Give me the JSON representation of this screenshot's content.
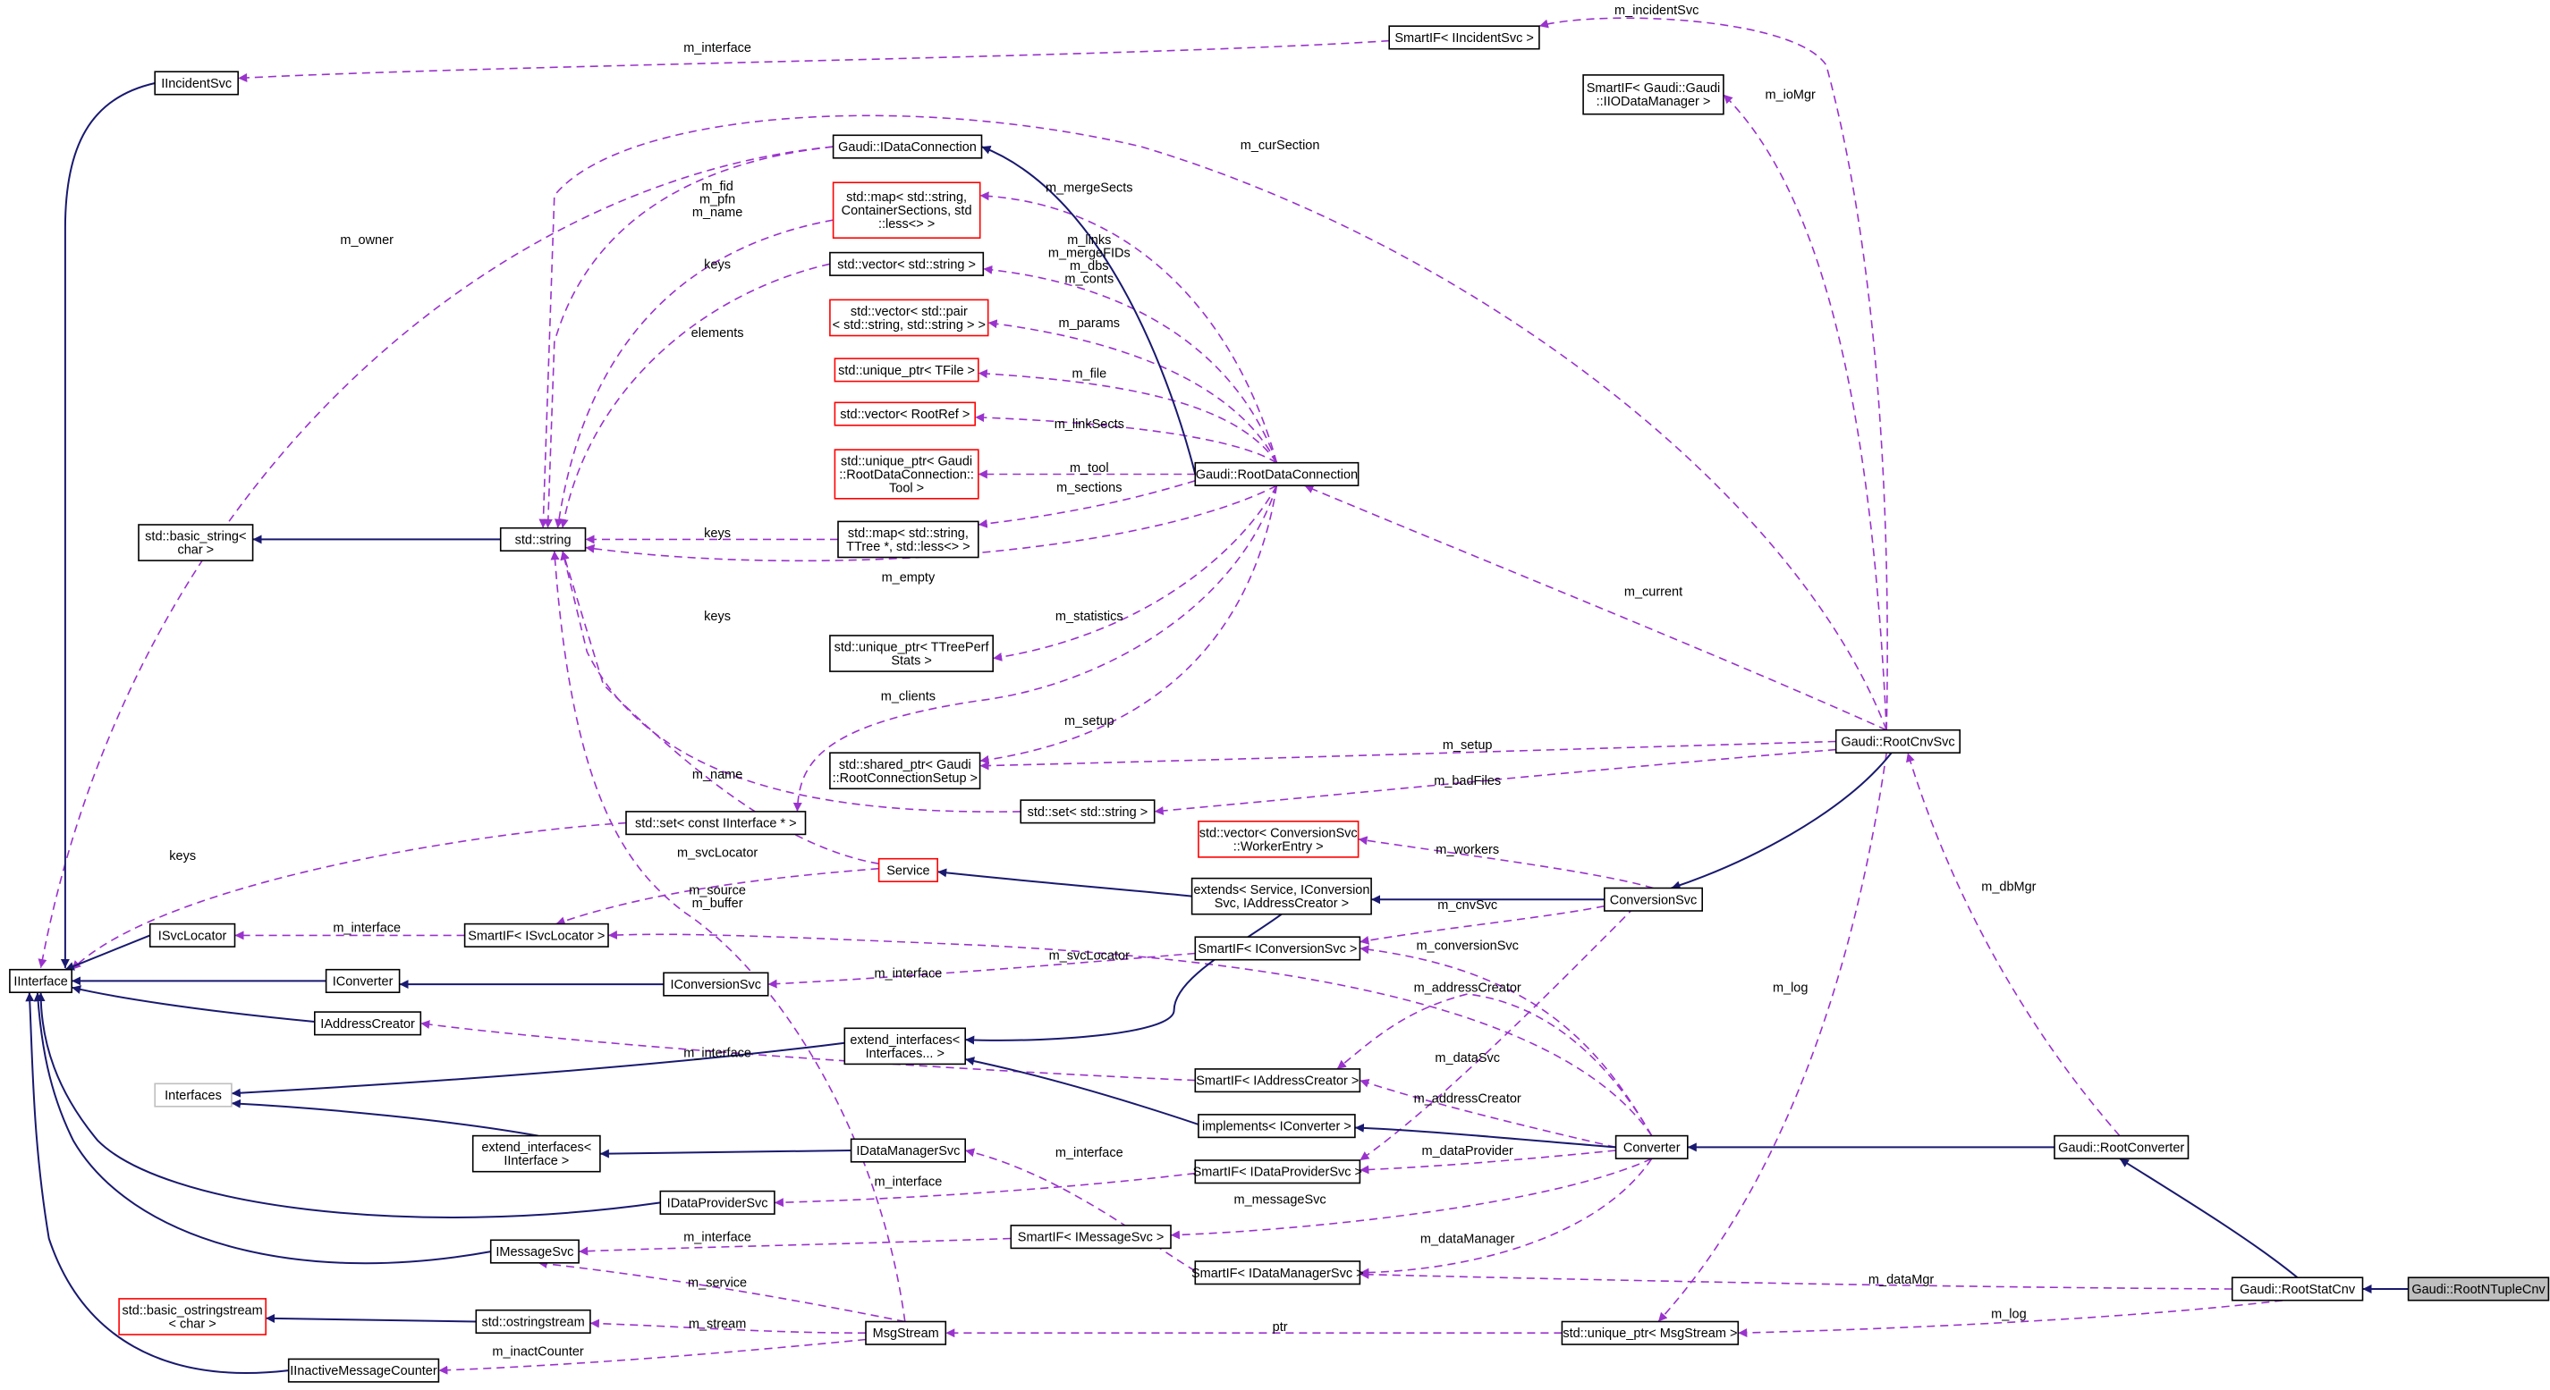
{
  "colors": {
    "inheritance_edge": "#191970",
    "usage_edge": "#9a32cd",
    "node_border": "#000000",
    "node_border_incomplete": "#ff0000",
    "node_border_external": "#bfbfbf",
    "focus_node_fill": "#bfbfbf"
  },
  "nodes": [
    {
      "id": "iincidentsvc",
      "lines": [
        "IIncidentSvc"
      ]
    },
    {
      "id": "smartif-iincidentsvc",
      "lines": [
        "SmartIF< IIncidentSvc >"
      ]
    },
    {
      "id": "smartif-iiodatamanager",
      "lines": [
        "SmartIF< Gaudi::Gaudi",
        "::IIODataManager >"
      ]
    },
    {
      "id": "idataconnection",
      "lines": [
        "Gaudi::IDataConnection"
      ]
    },
    {
      "id": "map-containersections",
      "lines": [
        "std::map< std::string,",
        "ContainerSections, std",
        "::less<> >"
      ],
      "style": "red"
    },
    {
      "id": "vector-string",
      "lines": [
        "std::vector< std::string >"
      ]
    },
    {
      "id": "vector-pair",
      "lines": [
        "std::vector< std::pair",
        "< std::string, std::string > >"
      ],
      "style": "red"
    },
    {
      "id": "unique-tfile",
      "lines": [
        "std::unique_ptr< TFile >"
      ],
      "style": "red"
    },
    {
      "id": "vector-rootref",
      "lines": [
        "std::vector< RootRef >"
      ],
      "style": "red"
    },
    {
      "id": "unique-tool",
      "lines": [
        "std::unique_ptr< Gaudi",
        "::RootDataConnection::",
        "Tool >"
      ],
      "style": "red"
    },
    {
      "id": "rootdataconnection",
      "lines": [
        "Gaudi::RootDataConnection"
      ]
    },
    {
      "id": "map-ttree",
      "lines": [
        "std::map< std::string,",
        "TTree *, std::less<> >"
      ]
    },
    {
      "id": "basic-string",
      "lines": [
        "std::basic_string<",
        "char >"
      ]
    },
    {
      "id": "std-string",
      "lines": [
        "std::string"
      ]
    },
    {
      "id": "unique-ttreeperf",
      "lines": [
        "std::unique_ptr< TTreePerf",
        "Stats >"
      ]
    },
    {
      "id": "shared-rootconnectionsetup",
      "lines": [
        "std::shared_ptr< Gaudi",
        "::RootConnectionSetup >"
      ]
    },
    {
      "id": "set-string",
      "lines": [
        "std::set< std::string >"
      ]
    },
    {
      "id": "set-iinterface",
      "lines": [
        "std::set< const IInterface * >"
      ]
    },
    {
      "id": "rootcnvsvc",
      "lines": [
        "Gaudi::RootCnvSvc"
      ]
    },
    {
      "id": "service",
      "lines": [
        "Service"
      ],
      "style": "red"
    },
    {
      "id": "vector-workerentry",
      "lines": [
        "std::vector< ConversionSvc",
        "::WorkerEntry >"
      ],
      "style": "red"
    },
    {
      "id": "extends-service",
      "lines": [
        "extends< Service, IConversion",
        "Svc, IAddressCreator >"
      ]
    },
    {
      "id": "conversionsvc",
      "lines": [
        "ConversionSvc"
      ]
    },
    {
      "id": "isvclocator",
      "lines": [
        "ISvcLocator"
      ]
    },
    {
      "id": "smartif-isvclocator",
      "lines": [
        "SmartIF< ISvcLocator >"
      ]
    },
    {
      "id": "smartif-iconversionsvc",
      "lines": [
        "SmartIF< IConversionSvc >"
      ]
    },
    {
      "id": "iinterface",
      "lines": [
        "IInterface"
      ]
    },
    {
      "id": "iconverter",
      "lines": [
        "IConverter"
      ]
    },
    {
      "id": "iconversionsvc",
      "lines": [
        "IConversionSvc"
      ]
    },
    {
      "id": "iaddresscreator",
      "lines": [
        "IAddressCreator"
      ]
    },
    {
      "id": "extend-interfaces-variadic",
      "lines": [
        "extend_interfaces<",
        "Interfaces... >"
      ]
    },
    {
      "id": "interfaces",
      "lines": [
        "Interfaces"
      ],
      "style": "gray"
    },
    {
      "id": "smartif-iaddresscreator",
      "lines": [
        "SmartIF< IAddressCreator >"
      ]
    },
    {
      "id": "implements-iconverter",
      "lines": [
        "implements< IConverter >"
      ]
    },
    {
      "id": "extend-interfaces-iinterface",
      "lines": [
        "extend_interfaces<",
        "IInterface >"
      ]
    },
    {
      "id": "idatamanagersvc",
      "lines": [
        "IDataManagerSvc"
      ]
    },
    {
      "id": "converter",
      "lines": [
        "Converter"
      ]
    },
    {
      "id": "rootconverter",
      "lines": [
        "Gaudi::RootConverter"
      ]
    },
    {
      "id": "idataprovidersvc",
      "lines": [
        "IDataProviderSvc"
      ]
    },
    {
      "id": "smartif-idataprovidersvc",
      "lines": [
        "SmartIF< IDataProviderSvc >"
      ]
    },
    {
      "id": "smartif-imessagesvc",
      "lines": [
        "SmartIF< IMessageSvc >"
      ]
    },
    {
      "id": "imessagesvc",
      "lines": [
        "IMessageSvc"
      ]
    },
    {
      "id": "smartif-idatamanagersvc",
      "lines": [
        "SmartIF< IDataManagerSvc >"
      ]
    },
    {
      "id": "rootstatcnv",
      "lines": [
        "Gaudi::RootStatCnv"
      ]
    },
    {
      "id": "rootntuplecnv",
      "lines": [
        "Gaudi::RootNTupleCnv"
      ],
      "style": "focus"
    },
    {
      "id": "basic-ostringstream",
      "lines": [
        "std::basic_ostringstream",
        "< char >"
      ],
      "style": "red"
    },
    {
      "id": "ostringstream",
      "lines": [
        "std::ostringstream"
      ]
    },
    {
      "id": "msgstream",
      "lines": [
        "MsgStream"
      ]
    },
    {
      "id": "unique-msgstream",
      "lines": [
        "std::unique_ptr< MsgStream >"
      ]
    },
    {
      "id": "iinactivemessagecounter",
      "lines": [
        "IInactiveMessageCounter"
      ]
    }
  ],
  "edge_labels": [
    {
      "id": "lbl-m-incidentsvc",
      "text": "m_incidentSvc"
    },
    {
      "id": "lbl-m-interface-incident",
      "text": "m_interface"
    },
    {
      "id": "lbl-m-iomgr",
      "text": "m_ioMgr"
    },
    {
      "id": "lbl-m-cursection",
      "text": "m_curSection"
    },
    {
      "id": "lbl-m-owner",
      "text": "m_owner"
    },
    {
      "id": "lbl-m-fid",
      "text": "m_fid"
    },
    {
      "id": "lbl-m-pfn",
      "text": "m_pfn"
    },
    {
      "id": "lbl-m-name-1",
      "text": "m_name"
    },
    {
      "id": "lbl-m-mergesects",
      "text": "m_mergeSects"
    },
    {
      "id": "lbl-keys-1",
      "text": "keys"
    },
    {
      "id": "lbl-m-links",
      "text": "m_links"
    },
    {
      "id": "lbl-m-mergefids",
      "text": "m_mergeFIDs"
    },
    {
      "id": "lbl-m-dbs",
      "text": "m_dbs"
    },
    {
      "id": "lbl-m-conts",
      "text": "m_conts"
    },
    {
      "id": "lbl-elements",
      "text": "elements"
    },
    {
      "id": "lbl-m-params",
      "text": "m_params"
    },
    {
      "id": "lbl-m-file",
      "text": "m_file"
    },
    {
      "id": "lbl-m-linksects",
      "text": "m_linkSects"
    },
    {
      "id": "lbl-m-tool",
      "text": "m_tool"
    },
    {
      "id": "lbl-m-sections",
      "text": "m_sections"
    },
    {
      "id": "lbl-keys-2",
      "text": "keys"
    },
    {
      "id": "lbl-m-empty",
      "text": "m_empty"
    },
    {
      "id": "lbl-keys-3",
      "text": "keys"
    },
    {
      "id": "lbl-m-statistics",
      "text": "m_statistics"
    },
    {
      "id": "lbl-m-current",
      "text": "m_current"
    },
    {
      "id": "lbl-m-clients",
      "text": "m_clients"
    },
    {
      "id": "lbl-m-setup-1",
      "text": "m_setup"
    },
    {
      "id": "lbl-m-setup-2",
      "text": "m_setup"
    },
    {
      "id": "lbl-m-badfiles",
      "text": "m_badFiles"
    },
    {
      "id": "lbl-m-name-2",
      "text": "m_name"
    },
    {
      "id": "lbl-keys-4",
      "text": "keys"
    },
    {
      "id": "lbl-m-svclocator-1",
      "text": "m_svcLocator"
    },
    {
      "id": "lbl-m-workers",
      "text": "m_workers"
    },
    {
      "id": "lbl-m-dbmgr",
      "text": "m_dbMgr"
    },
    {
      "id": "lbl-m-source",
      "text": "m_source"
    },
    {
      "id": "lbl-m-buffer",
      "text": "m_buffer"
    },
    {
      "id": "lbl-m-cnvsvc",
      "text": "m_cnvSvc"
    },
    {
      "id": "lbl-m-interface-svclocator",
      "text": "m_interface"
    },
    {
      "id": "lbl-m-conversionsvc",
      "text": "m_conversionSvc"
    },
    {
      "id": "lbl-m-svclocator-2",
      "text": "m_svcLocator"
    },
    {
      "id": "lbl-m-interface-conversion",
      "text": "m_interface"
    },
    {
      "id": "lbl-m-addresscreator-1",
      "text": "m_addressCreator"
    },
    {
      "id": "lbl-m-log-1",
      "text": "m_log"
    },
    {
      "id": "lbl-m-interface-address",
      "text": "m_interface"
    },
    {
      "id": "lbl-m-datasvc",
      "text": "m_dataSvc"
    },
    {
      "id": "lbl-m-addresscreator-2",
      "text": "m_addressCreator"
    },
    {
      "id": "lbl-m-interface-datamanager",
      "text": "m_interface"
    },
    {
      "id": "lbl-m-dataprovider",
      "text": "m_dataProvider"
    },
    {
      "id": "lbl-m-interface-dataprovider",
      "text": "m_interface"
    },
    {
      "id": "lbl-m-messagesvc",
      "text": "m_messageSvc"
    },
    {
      "id": "lbl-m-interface-message",
      "text": "m_interface"
    },
    {
      "id": "lbl-m-datamanager",
      "text": "m_dataManager"
    },
    {
      "id": "lbl-m-datamgr",
      "text": "m_dataMgr"
    },
    {
      "id": "lbl-m-service",
      "text": "m_service"
    },
    {
      "id": "lbl-m-log-2",
      "text": "m_log"
    },
    {
      "id": "lbl-m-stream",
      "text": "m_stream"
    },
    {
      "id": "lbl-ptr",
      "text": "ptr"
    },
    {
      "id": "lbl-m-inactcounter",
      "text": "m_inactCounter"
    }
  ]
}
